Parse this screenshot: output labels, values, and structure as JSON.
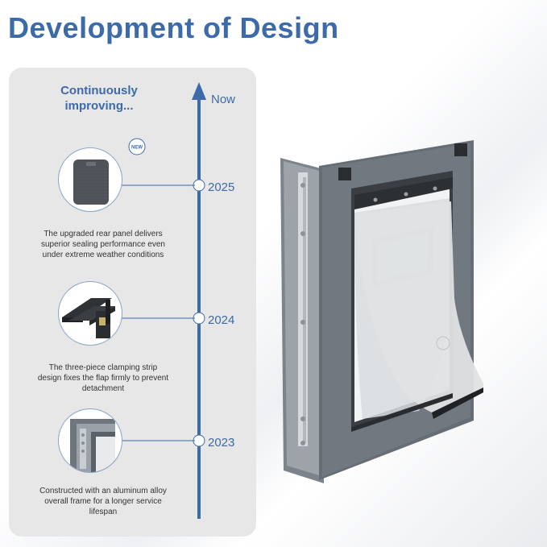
{
  "title": "Development of Design",
  "timeline": {
    "subtitle_line1": "Continuously",
    "subtitle_line2": "improving...",
    "now_label": "Now",
    "milestones": [
      {
        "year": "2025",
        "badge": "NEW",
        "desc_lines": [
          "The upgraded rear panel delivers",
          "superior sealing performance even",
          "under extreme weather conditions"
        ],
        "icon": "rear-panel-icon"
      },
      {
        "year": "2024",
        "desc_lines": [
          "The three-piece clamping strip",
          "design fixes the flap firmly to prevent",
          "detachment"
        ],
        "icon": "clamping-strip-icon"
      },
      {
        "year": "2023",
        "desc_lines": [
          "Constructed with an aluminum alloy",
          "overall frame for a longer service",
          "lifespan"
        ],
        "icon": "aluminum-frame-icon"
      }
    ]
  },
  "colors": {
    "accent": "#3d6aa8",
    "panel": "#e7e7e7",
    "frame": "#6a7178"
  },
  "product": {
    "icon": "pet-door-product-image"
  }
}
